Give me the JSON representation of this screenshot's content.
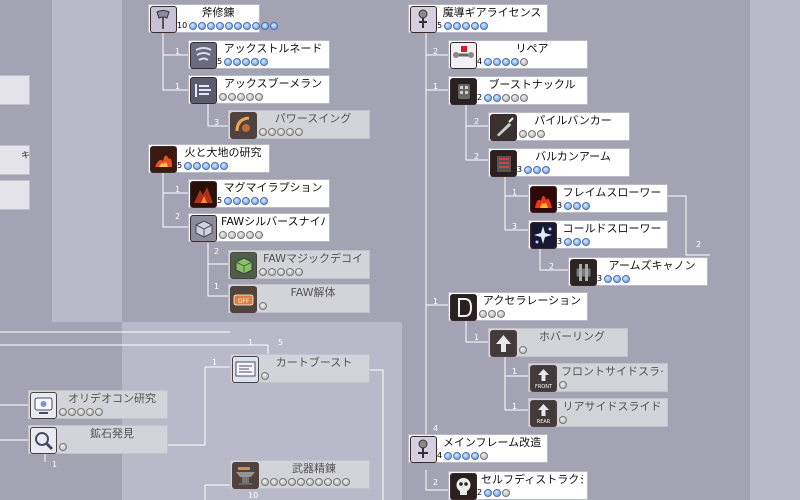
{
  "colors": {
    "background": "#a3a3b4",
    "panel_light": "#b8b8c8",
    "panel_mid": "#9a9aaa",
    "level_dot": "#5b8fd9",
    "line": "#ffffff"
  },
  "side_marks": {
    "s1": "キ"
  },
  "skills": {
    "axe": {
      "name": "斧修錬",
      "level": "10",
      "icon": "axe-icon"
    },
    "axtornado": {
      "name": "アックストルネード",
      "level": "5",
      "icon": "tornado-icon"
    },
    "axboomer": {
      "name": "アックスブーメラン",
      "level": "",
      "icon": "boomerang-icon"
    },
    "swing": {
      "name": "パワースイング",
      "level": "",
      "icon": "swing-icon"
    },
    "fireearth": {
      "name": "火と大地の研究",
      "level": "5",
      "icon": "fire-earth-icon"
    },
    "magma": {
      "name": "マグマイラプション",
      "level": "5",
      "icon": "magma-icon"
    },
    "faws": {
      "name": "FAWシルバースナイパー",
      "level": "",
      "icon": "silver-sniper-icon"
    },
    "fawm": {
      "name": "FAWマジックデコイ",
      "level": "",
      "icon": "magic-decoy-icon"
    },
    "fawd": {
      "name": "FAW解体",
      "level": "",
      "icon": "off-icon"
    },
    "mado": {
      "name": "魔導ギアライセンス",
      "level": "5",
      "icon": "mado-gear-icon"
    },
    "repair": {
      "name": "リペア",
      "level": "4",
      "icon": "repair-icon"
    },
    "boost": {
      "name": "ブーストナックル",
      "level": "2",
      "icon": "knuckle-icon"
    },
    "pile": {
      "name": "パイルバンカー",
      "level": "",
      "icon": "pile-bunker-icon"
    },
    "vulcan": {
      "name": "バルカンアーム",
      "level": "3",
      "icon": "vulcan-arm-icon"
    },
    "flame": {
      "name": "フレイムスローワー",
      "level": "3",
      "icon": "flame-icon"
    },
    "cold": {
      "name": "コールドスローワー",
      "level": "3",
      "icon": "cold-icon"
    },
    "cannon": {
      "name": "アームズキャノン",
      "level": "3",
      "icon": "cannon-icon"
    },
    "accel": {
      "name": "アクセラレーション",
      "level": "",
      "icon": "acceleration-icon"
    },
    "hover": {
      "name": "ホバーリング",
      "level": "",
      "icon": "hovering-icon"
    },
    "front": {
      "name": "フロントサイドスライド",
      "level": "",
      "icon": "front-slide-icon"
    },
    "rear": {
      "name": "リアサイドスライド",
      "level": "",
      "icon": "rear-slide-icon"
    },
    "mainframe": {
      "name": "メインフレーム改造",
      "level": "4",
      "icon": "mainframe-icon"
    },
    "selfdest": {
      "name": "セルフディストラクション",
      "level": "2",
      "icon": "self-destruct-icon"
    },
    "cart": {
      "name": "カートブースト",
      "level": "",
      "icon": "cart-boost-icon"
    },
    "orideo": {
      "name": "オリデオコン研究",
      "level": "",
      "icon": "oridecon-icon"
    },
    "ore": {
      "name": "鉱石発見",
      "level": "",
      "icon": "ore-icon"
    },
    "weapon": {
      "name": "武器精錬",
      "level": "",
      "icon": "anvil-icon"
    }
  },
  "reqs": {
    "r1": "1",
    "r2": "1",
    "r3": "3",
    "r4": "1",
    "r5": "2",
    "r6": "2",
    "r7": "1",
    "r8": "2",
    "r9": "1",
    "r10": "2",
    "r11": "2",
    "r12": "1",
    "r13": "3",
    "r14": "2",
    "r15": "2",
    "r16": "1",
    "r17": "1",
    "r18": "1",
    "r19": "1",
    "r20": "4",
    "r21": "2",
    "r22": "1",
    "r23": "1",
    "r24": "5",
    "r25": "1",
    "r26": "10"
  }
}
